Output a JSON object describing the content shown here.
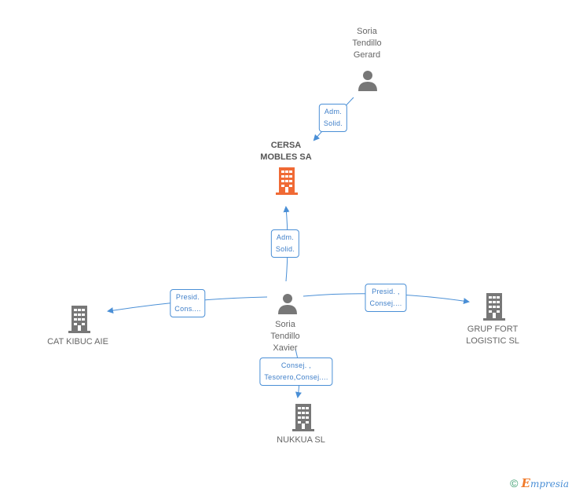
{
  "colors": {
    "edge": "#4a8fd6",
    "person_icon": "#777777",
    "company_icon": "#777777",
    "main_company_icon": "#f06a35"
  },
  "nodes": {
    "gerard": {
      "lines": [
        "Soria",
        "Tendillo",
        "Gerard"
      ],
      "icon": "person-icon"
    },
    "cersa": {
      "lines": [
        "CERSA",
        "MOBLES SA"
      ],
      "icon": "building-icon"
    },
    "xavier": {
      "lines": [
        "Soria",
        "Tendillo",
        "Xavier"
      ],
      "icon": "person-icon"
    },
    "cat_kibuc": {
      "lines": [
        "CAT KIBUC AIE"
      ],
      "icon": "building-icon"
    },
    "grup_fort": {
      "lines": [
        "GRUP FORT",
        "LOGISTIC SL"
      ],
      "icon": "building-icon"
    },
    "nukkua": {
      "lines": [
        "NUKKUA SL"
      ],
      "icon": "building-icon"
    }
  },
  "edges": {
    "gerard_cersa": [
      "Adm.",
      "Solid."
    ],
    "xavier_cersa": [
      "Adm.",
      "Solid."
    ],
    "xavier_catkibuc": [
      "Presid.",
      "Cons...."
    ],
    "xavier_grupfort": [
      "Presid. ,",
      "Consej...."
    ],
    "xavier_nukkua": [
      "Consej. ,",
      "Tesorero,Consej...."
    ]
  },
  "footer": {
    "copyright": "©",
    "brand_initial": "E",
    "brand_rest": "mpresia"
  }
}
